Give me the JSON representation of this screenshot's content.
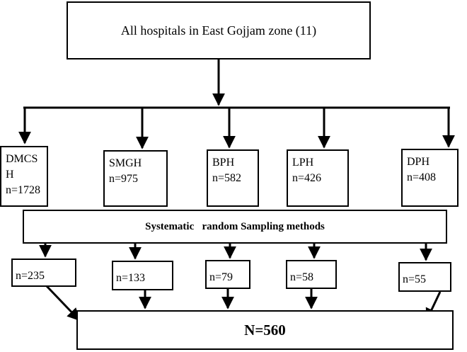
{
  "top": {
    "label": "All hospitals in East Gojjam zone (11)"
  },
  "hospitals": [
    {
      "name_line1": "DMCS",
      "name_line2": "H",
      "n": "n=1728"
    },
    {
      "name_line1": "SMGH",
      "name_line2": "",
      "n": "n=975"
    },
    {
      "name_line1": "BPH",
      "name_line2": "",
      "n": "n=582"
    },
    {
      "name_line1": "LPH",
      "name_line2": "",
      "n": "n=426"
    },
    {
      "name_line1": "DPH",
      "name_line2": "",
      "n": "n=408"
    }
  ],
  "method": {
    "label": "Systematic   random Sampling methods"
  },
  "samples": [
    "n=235",
    "n=133",
    "n=79",
    "n=58",
    "n=55"
  ],
  "total": {
    "label": "N=560"
  }
}
